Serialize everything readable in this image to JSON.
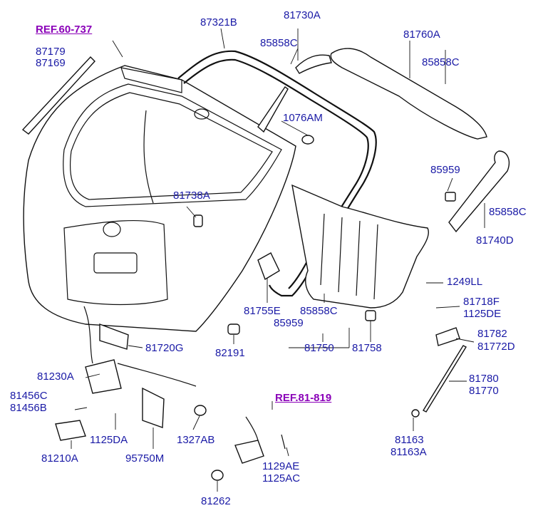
{
  "labels": {
    "ref_60_737": "REF.60-737",
    "p87321b": "87321B",
    "p81730a": "81730A",
    "p85858c_a": "85858C",
    "p81760a": "81760A",
    "p85858c_b": "85858C",
    "p87179": "87179",
    "p87169": "87169",
    "p1076am": "1076AM",
    "p85959_a": "85959",
    "p81738a": "81738A",
    "p85858c_c": "85858C",
    "p81740d": "81740D",
    "p1249ll": "1249LL",
    "p81718f": "81718F",
    "p1125de": "1125DE",
    "p81755e": "81755E",
    "p85858c_d": "85858C",
    "p85959_b": "85959",
    "p81782": "81782",
    "p81772d": "81772D",
    "p81720g": "81720G",
    "p82191": "82191",
    "p81750": "81750",
    "p81758": "81758",
    "p81230a": "81230A",
    "p81780": "81780",
    "p81770": "81770",
    "p81456c": "81456C",
    "p81456b": "81456B",
    "ref_81_819": "REF.81-819",
    "p1125da": "1125DA",
    "p1327ab": "1327AB",
    "p81163": "81163",
    "p81163a": "81163A",
    "p81210a": "81210A",
    "p95750m": "95750M",
    "p1129ae": "1129AE",
    "p1125ac": "1125AC",
    "p81262": "81262"
  },
  "colors": {
    "label": "#1a1aa6",
    "reference": "#8a00b8",
    "line": "#111111"
  }
}
